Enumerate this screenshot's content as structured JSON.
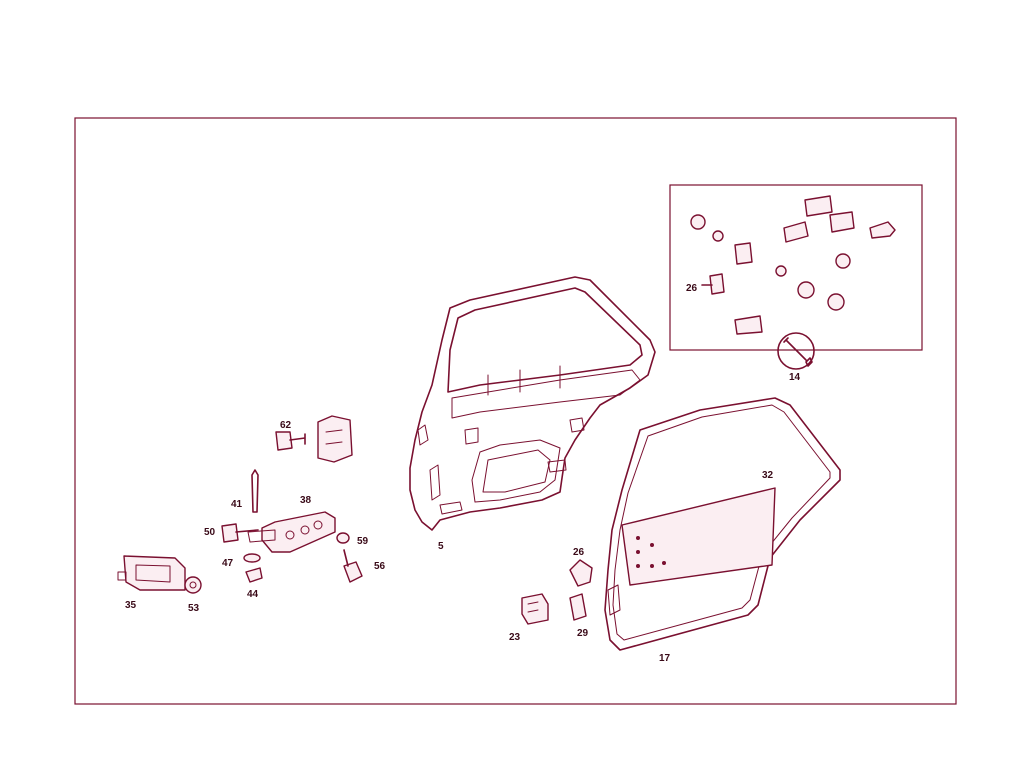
{
  "colors": {
    "line": "#7a1030",
    "text": "#3a0a18",
    "background": "#ffffff"
  },
  "callouts": {
    "c62": "62",
    "c41": "41",
    "c38": "38",
    "c50": "50",
    "c47": "47",
    "c44": "44",
    "c59": "59",
    "c56": "56",
    "c35": "35",
    "c53": "53",
    "c5": "5",
    "c26a": "26",
    "c26b": "26",
    "c23": "23",
    "c29": "29",
    "c32": "32",
    "c17": "17",
    "c14": "14"
  },
  "icons": {
    "service_kit": "wrench-icon"
  }
}
